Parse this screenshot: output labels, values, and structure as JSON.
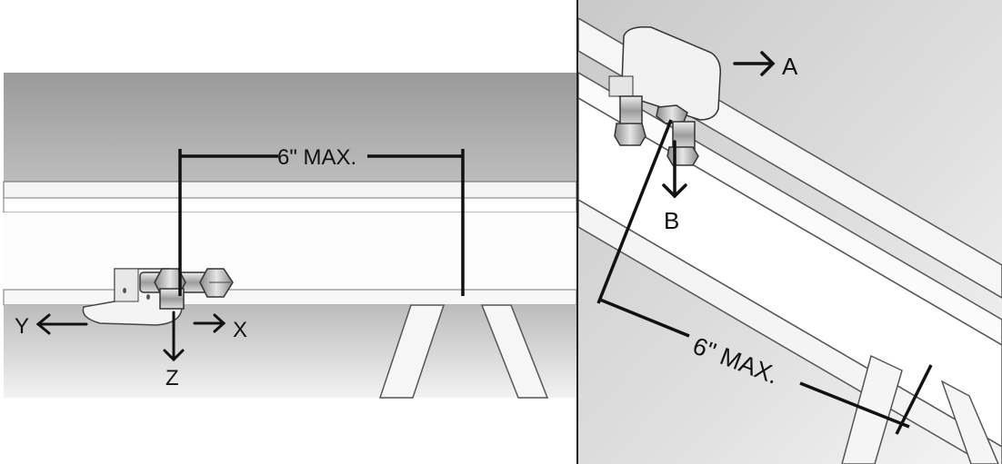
{
  "left_panel": {
    "dimension_label": "6\" MAX.",
    "axis_labels": {
      "y": "Y",
      "x": "X",
      "z": "Z"
    }
  },
  "right_panel": {
    "dimension_label": "6\" MAX.",
    "direction_labels": {
      "a": "A",
      "b": "B"
    }
  }
}
